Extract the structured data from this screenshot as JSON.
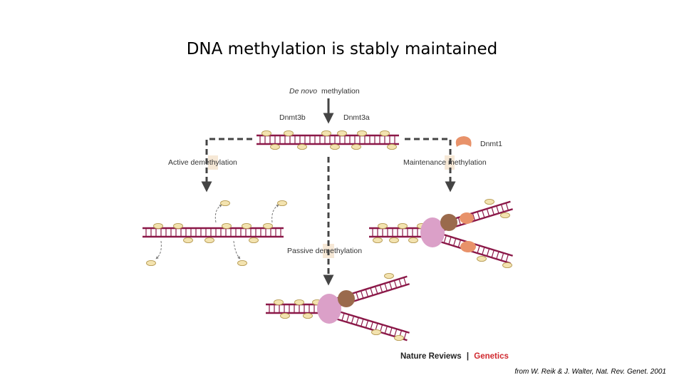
{
  "slide": {
    "title": "DNA methylation is stably maintained",
    "citation": "from W. Reik & J. Walter,  Nat. Rev. Genet. 2001"
  },
  "diagram": {
    "labels": {
      "de_novo": "De novo",
      "methylation": "methylation",
      "dnmt3b": "Dnmt3b",
      "dnmt3a": "Dnmt3a",
      "dnmt1": "Dnmt1",
      "active_demethylation": "Active demethylation",
      "maintenance_methylation": "Maintenance methylation",
      "passive_demethylation": "Passive demethylation"
    },
    "journal": {
      "name": "Nature Reviews",
      "separator": "|",
      "section": "Genetics"
    },
    "colors": {
      "dna_strand": "#8b1848",
      "methyl_group": "#f3e3b0",
      "methyl_outline": "#b69a52",
      "arrow": "#444444",
      "dnmt1": "#e8926a",
      "replication_complex": "#dba0c8",
      "replication_partner": "#9a6a4c",
      "label_highlight": "#f6e8d6",
      "journal_accent": "#d0282e"
    }
  }
}
